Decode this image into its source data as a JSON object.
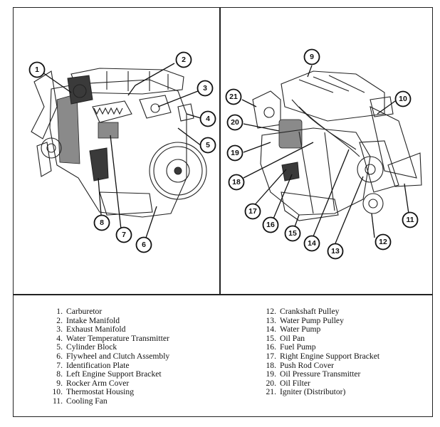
{
  "legend": [
    {
      "num": "1.",
      "label": "Carburetor"
    },
    {
      "num": "2.",
      "label": "Intake Manifold"
    },
    {
      "num": "3.",
      "label": "Exhaust Manifold"
    },
    {
      "num": "4.",
      "label": "Water Temperature Transmitter"
    },
    {
      "num": "5.",
      "label": "Cylinder Block"
    },
    {
      "num": "6.",
      "label": "Flywheel and Clutch Assembly"
    },
    {
      "num": "7.",
      "label": "Identification Plate"
    },
    {
      "num": "8.",
      "label": "Left Engine Support Bracket"
    },
    {
      "num": "9.",
      "label": "Rocker Arm Cover"
    },
    {
      "num": "10.",
      "label": "Thermostat Housing"
    },
    {
      "num": "11.",
      "label": "Cooling Fan"
    },
    {
      "num": "12.",
      "label": "Crankshaft Pulley"
    },
    {
      "num": "13.",
      "label": "Water Pump Pulley"
    },
    {
      "num": "14.",
      "label": "Water Pump"
    },
    {
      "num": "15.",
      "label": "Oil Pan"
    },
    {
      "num": "16.",
      "label": "Fuel Pump"
    },
    {
      "num": "17.",
      "label": "Right Engine Support Bracket"
    },
    {
      "num": "18.",
      "label": "Push Rod Cover"
    },
    {
      "num": "19.",
      "label": "Oil Pressure Transmitter"
    },
    {
      "num": "20.",
      "label": "Oil Filter"
    },
    {
      "num": "21.",
      "label": "Igniter (Distributor)"
    }
  ],
  "callouts": {
    "c1": "1",
    "c2": "2",
    "c3": "3",
    "c4": "4",
    "c5": "5",
    "c6": "6",
    "c7": "7",
    "c8": "8",
    "c9": "9",
    "c10": "10",
    "c11": "11",
    "c12": "12",
    "c13": "13",
    "c14": "14",
    "c15": "15",
    "c16": "16",
    "c17": "17",
    "c18": "18",
    "c19": "19",
    "c20": "20",
    "c21": "21"
  }
}
